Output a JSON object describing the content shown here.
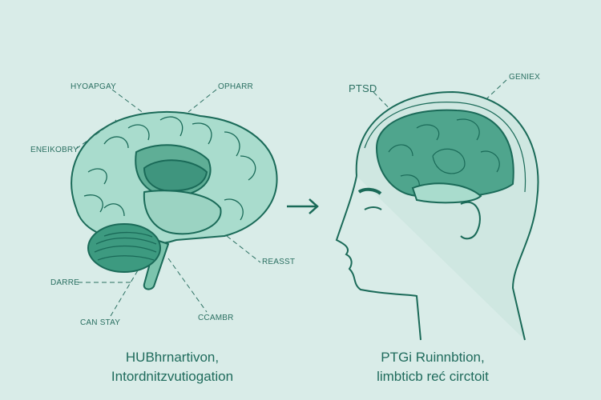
{
  "colors": {
    "background": "#d9ece8",
    "stroke": "#1a6a58",
    "fill_light": "#a8dccc",
    "fill_dark": "#4fa58d"
  },
  "left_labels": {
    "top_left": "HYOAPGAY",
    "top_right": "OPHARR",
    "mid_left": "ENEIKOBRY",
    "right": "REASST",
    "bottom_left": "DARRE",
    "bottom_center": "CAN STAY",
    "bottom_right": "CCAMBR"
  },
  "right_labels": {
    "ptsd": "PTSD",
    "cortex": "GENIEX"
  },
  "arrow_icon": "right-arrow",
  "captions": {
    "left_line1": "HUBhrnartivon,",
    "left_line2": "Intordnitzvutiogation",
    "right_line1": "PTGi Ruinnbtion,",
    "right_line2": "limbticb reć circtoit"
  }
}
